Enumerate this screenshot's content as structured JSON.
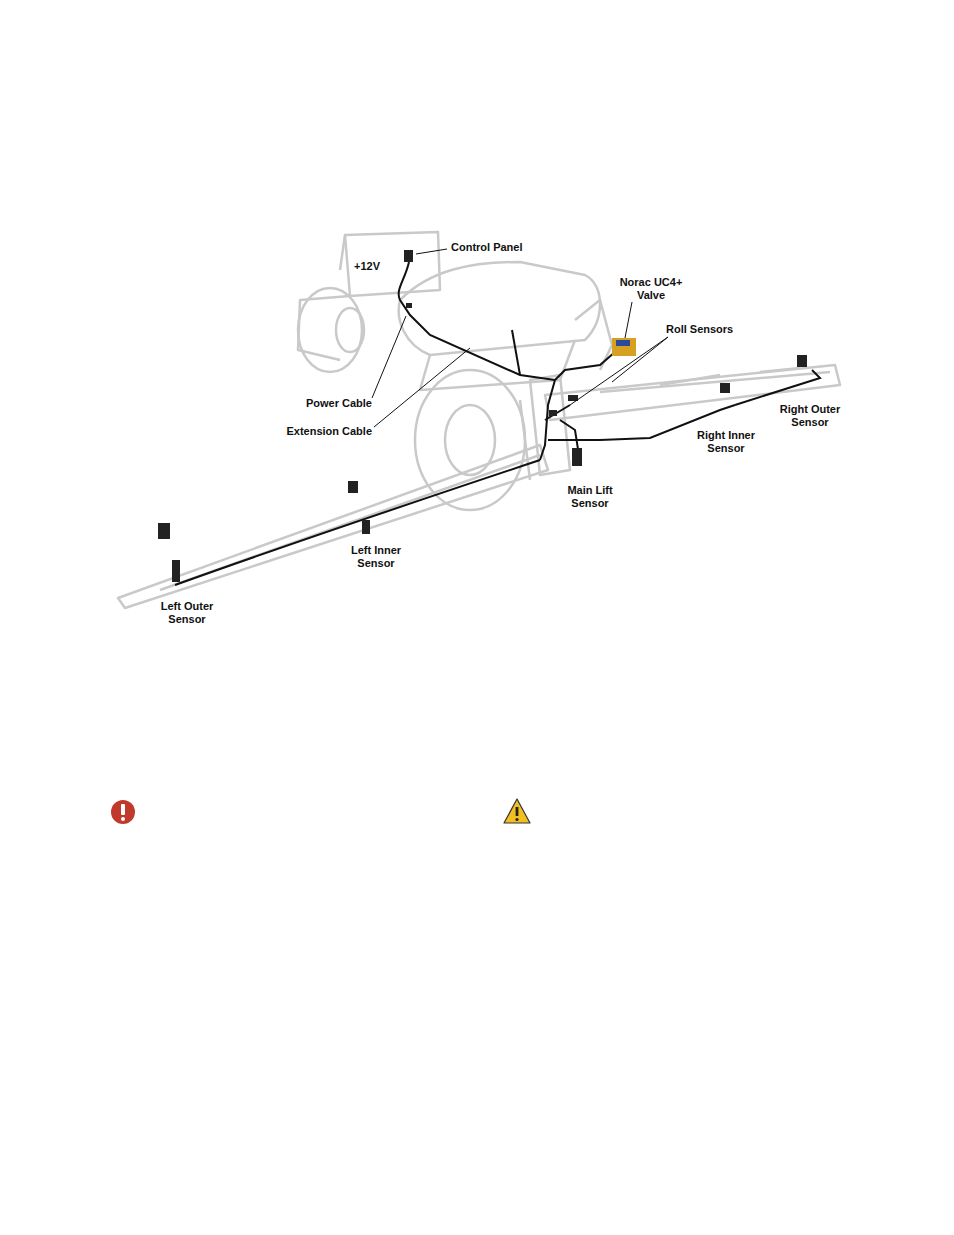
{
  "diagram": {
    "labels": [
      "Control Panel",
      "+12V",
      "Norac UC4+ Valve",
      "Roll Sensors",
      "Power Cable",
      "Extension Cable",
      "Right Outer Sensor",
      "Right Inner Sensor",
      "Main Lift Sensor",
      "Left Inner Sensor",
      "Left Outer Sensor"
    ]
  }
}
